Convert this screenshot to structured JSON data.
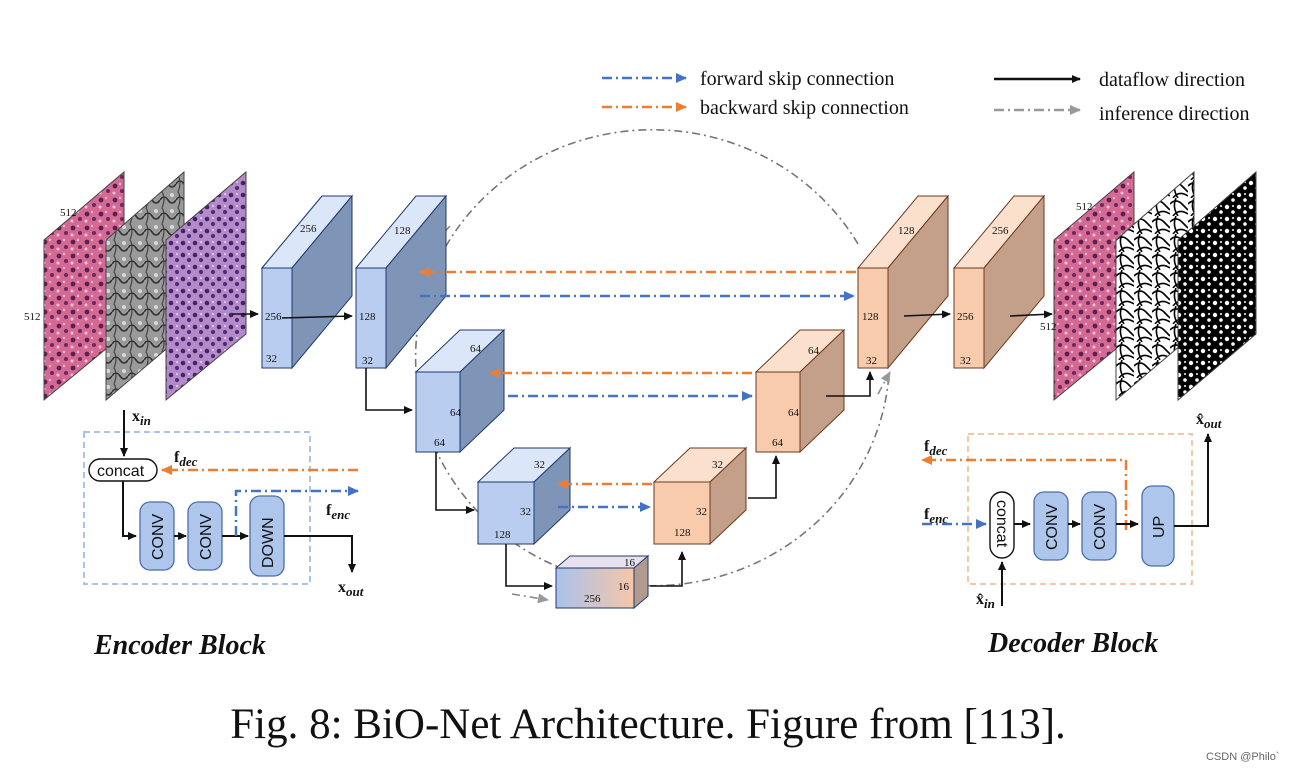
{
  "legend": {
    "forward": "forward skip connection",
    "backward": "backward skip connection",
    "dataflow": "dataflow direction",
    "inference": "inference direction"
  },
  "input_images": {
    "dim_top": "512",
    "dim_side": "512"
  },
  "output_images": {
    "dim_top": "512",
    "dim_side": "512"
  },
  "encoder_cubes": [
    {
      "top": "256",
      "side": "256",
      "bottom": "32"
    },
    {
      "top": "128",
      "side": "128",
      "bottom": "32"
    },
    {
      "top": "64",
      "side": "64",
      "bottom": "64"
    },
    {
      "top": "32",
      "side": "32",
      "bottom": "128"
    }
  ],
  "bottleneck": {
    "top": "16",
    "side": "16",
    "bottom": "256"
  },
  "decoder_cubes": [
    {
      "top": "32",
      "side": "32",
      "bottom": "128"
    },
    {
      "top": "64",
      "side": "64",
      "bottom": "64"
    },
    {
      "top": "128",
      "side": "128",
      "bottom": "32"
    },
    {
      "top": "256",
      "side": "256",
      "bottom": "32"
    }
  ],
  "encoder_block": {
    "title": "Encoder Block",
    "x_in": "x",
    "x_in_sub": "in",
    "concat": "concat",
    "f_dec": "f",
    "f_dec_sub": "dec",
    "f_enc": "f",
    "f_enc_sub": "enc",
    "conv1": "CONV",
    "conv2": "CONV",
    "down": "DOWN",
    "x_out": "x",
    "x_out_sub": "out"
  },
  "decoder_block": {
    "title": "Decoder Block",
    "f_dec": "f",
    "f_dec_sub": "dec",
    "f_enc": "f",
    "f_enc_sub": "enc",
    "concat": "concat",
    "conv1": "CONV",
    "conv2": "CONV",
    "up": "UP",
    "x_hat_in": "x̂",
    "x_hat_in_sub": "in",
    "x_hat_out": "x̂",
    "x_hat_out_sub": "out"
  },
  "caption": "Fig. 8: BiO-Net Architecture. Figure from [113].",
  "watermark": "CSDN @Philo`",
  "colors": {
    "forward": "#4472c4",
    "backward": "#ed7d31",
    "inference": "#8a8a8a",
    "enc_box": "#b8cdf0",
    "dec_box": "#f8cbad"
  }
}
